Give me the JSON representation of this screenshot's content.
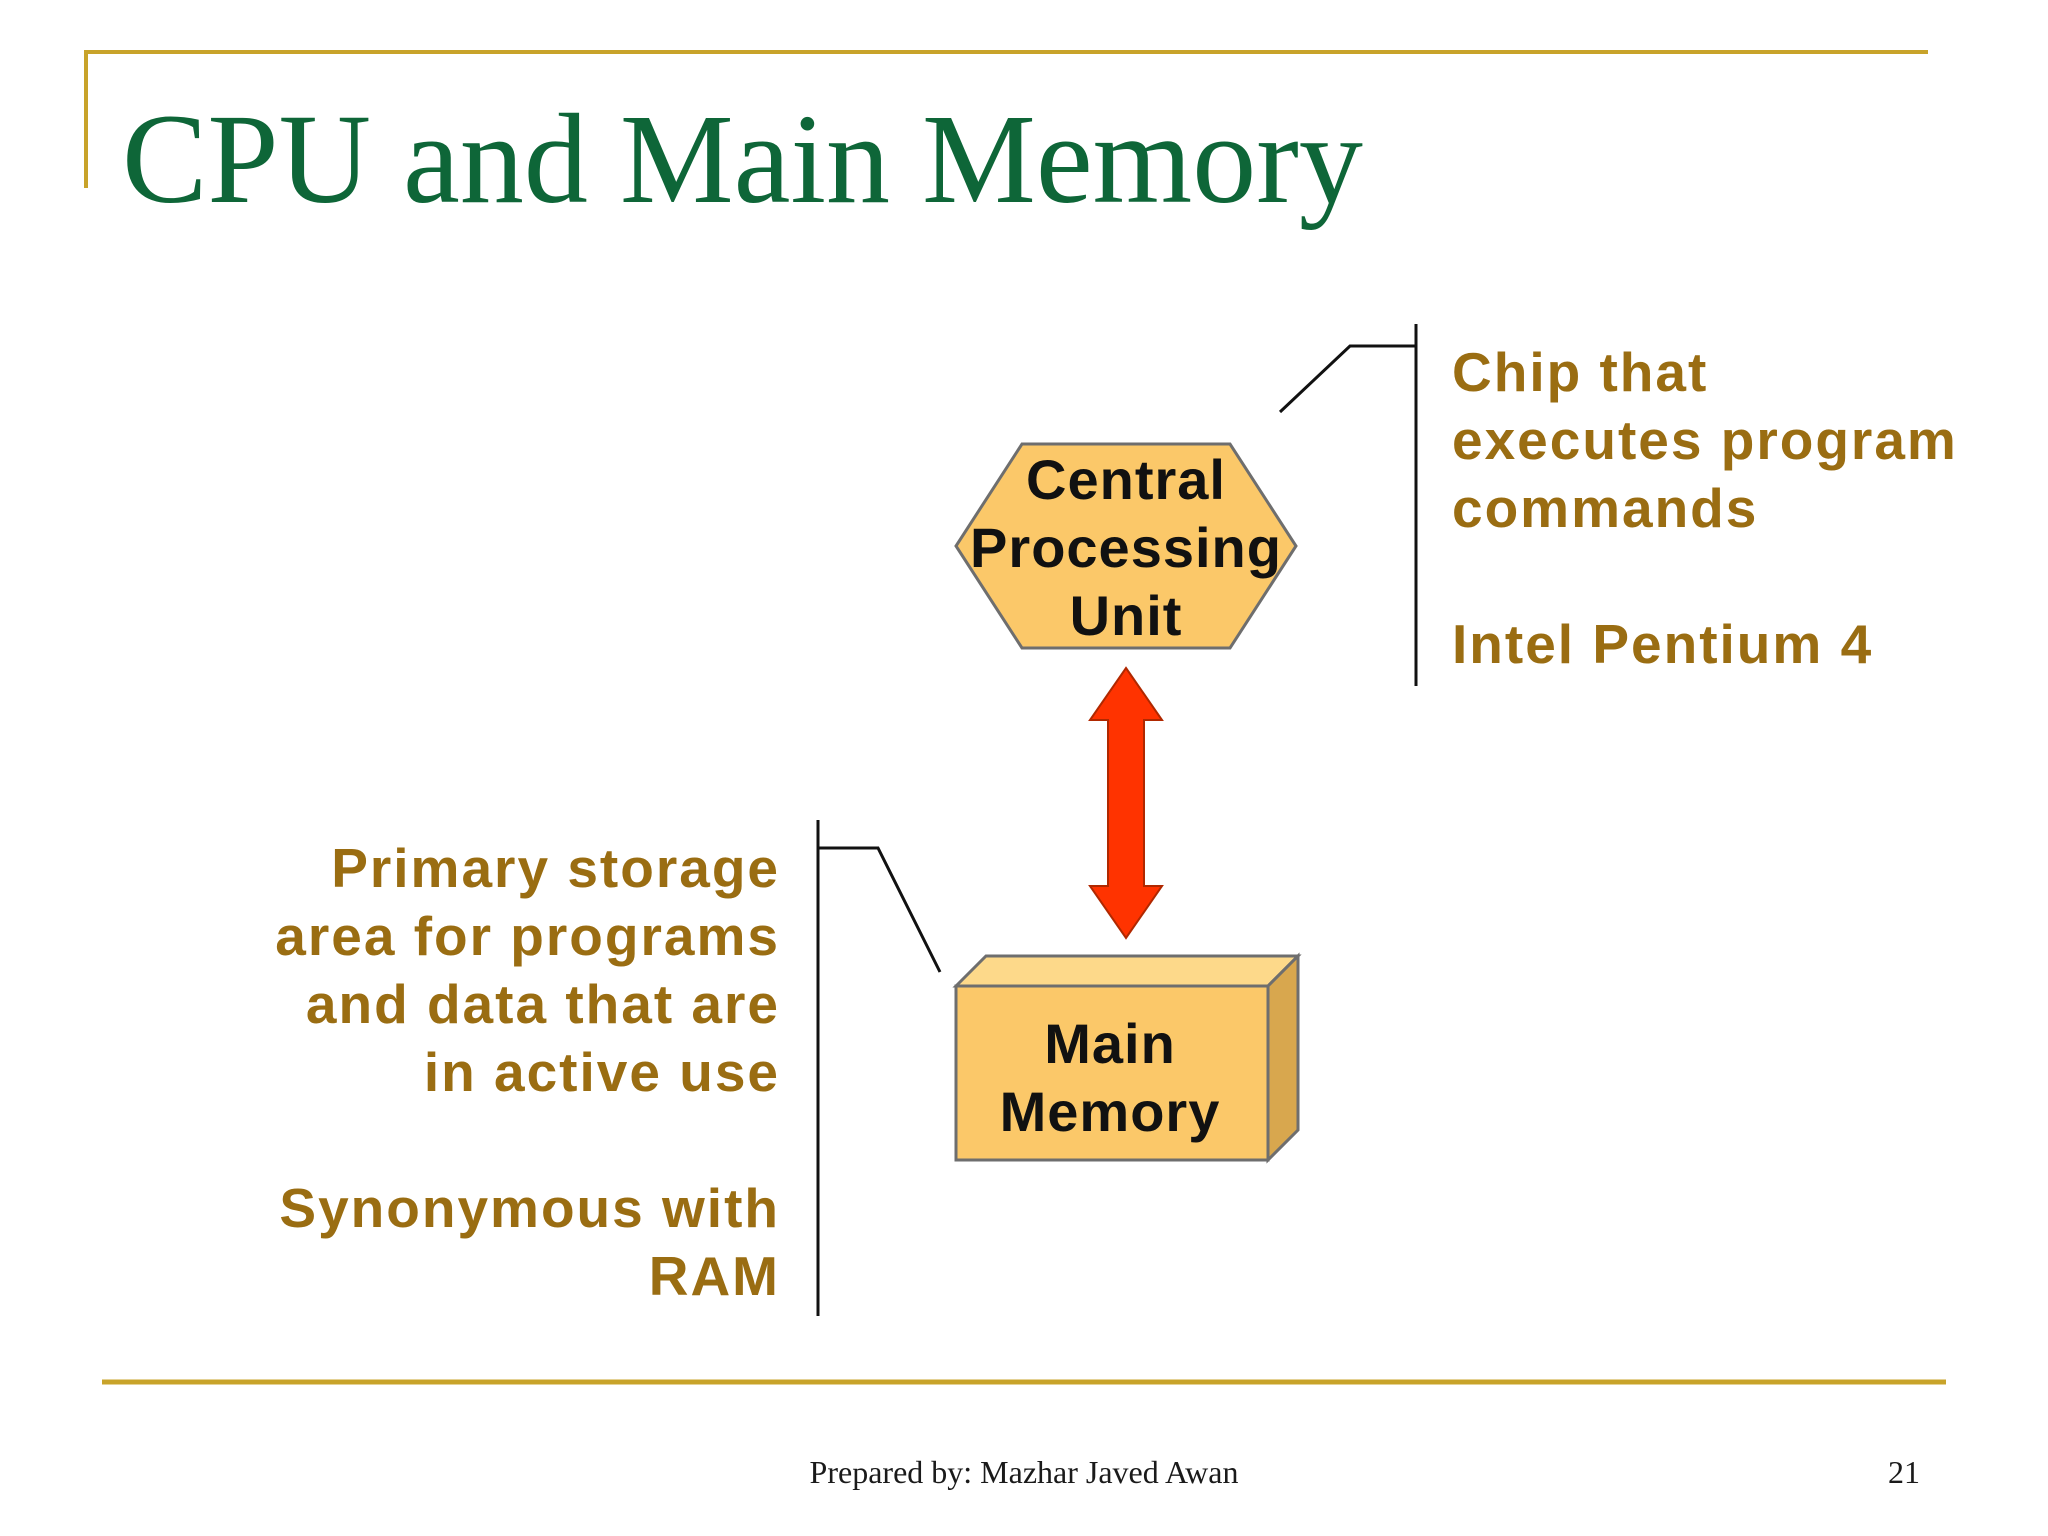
{
  "slide": {
    "title": "CPU and Main Memory",
    "cpu": {
      "label_lines": [
        "Central",
        "Processing",
        "Unit"
      ],
      "description_lines": [
        "Chip that",
        "executes program",
        "commands"
      ],
      "example": "Intel Pentium 4"
    },
    "main_memory": {
      "label_lines": [
        "Main",
        "Memory"
      ],
      "description_lines": [
        "Primary storage",
        "area for programs",
        "and data that are",
        "in active use"
      ],
      "synonym_lines": [
        "Synonymous with",
        "RAM"
      ]
    },
    "footer": {
      "credit": "Prepared by: Mazhar Javed Awan",
      "page_number": "21"
    },
    "colors": {
      "title": "#0e6638",
      "accent_line": "#c8a32a",
      "note_text": "#9a6d12",
      "shape_fill": "#fbc869",
      "arrow": "#ff3300"
    }
  }
}
